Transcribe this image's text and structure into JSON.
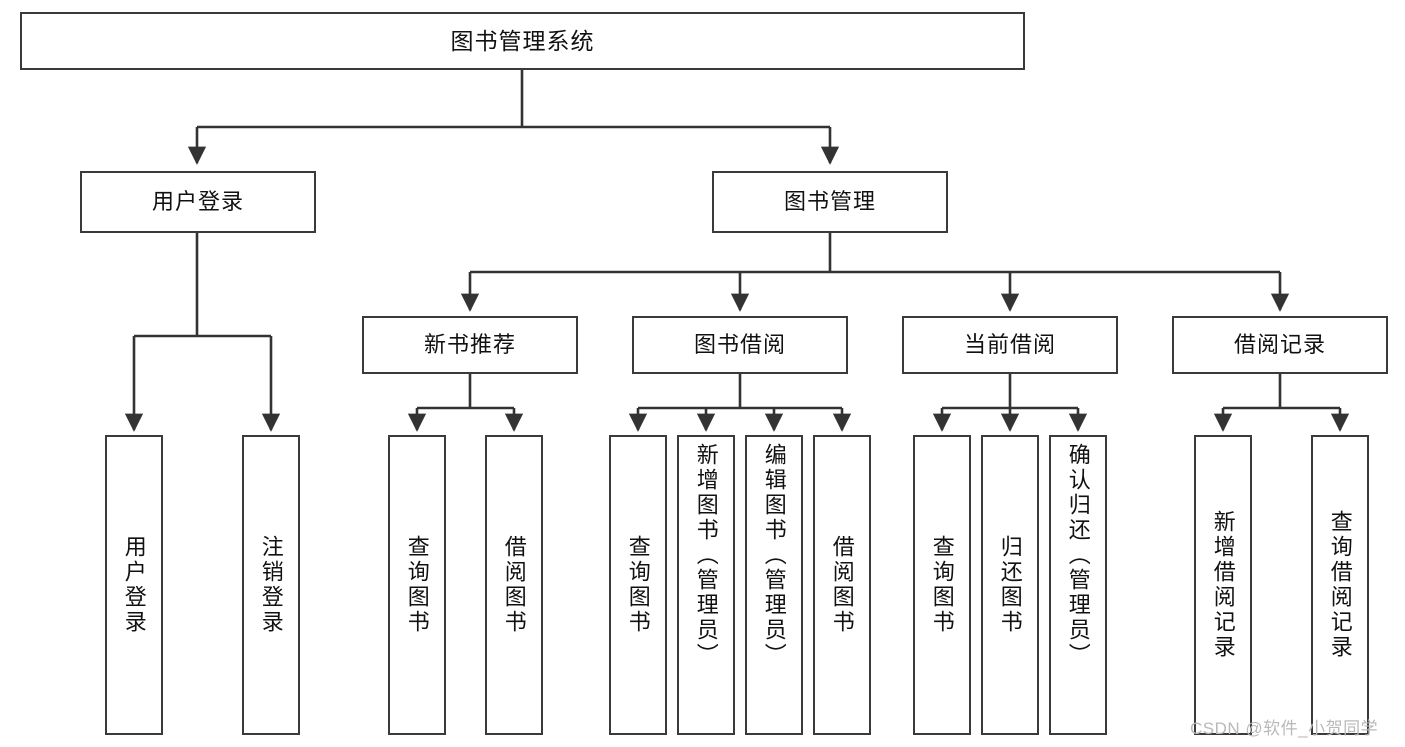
{
  "diagram": {
    "type": "tree-hierarchy",
    "title": "图书管理系统",
    "root": {
      "label": "图书管理系统"
    },
    "level2": [
      {
        "label": "用户登录"
      },
      {
        "label": "图书管理"
      }
    ],
    "level3": [
      {
        "label": "新书推荐"
      },
      {
        "label": "图书借阅"
      },
      {
        "label": "当前借阅"
      },
      {
        "label": "借阅记录"
      }
    ],
    "leaves": {
      "user_login": [
        {
          "label": "用户登录"
        },
        {
          "label": "注销登录"
        }
      ],
      "new_book_recommend": [
        {
          "label": "查询图书"
        },
        {
          "label": "借阅图书"
        }
      ],
      "book_borrow": [
        {
          "label": "查询图书"
        },
        {
          "label": "新增图书（管理员）"
        },
        {
          "label": "编辑图书（管理员）"
        },
        {
          "label": "借阅图书"
        }
      ],
      "current_borrow": [
        {
          "label": "查询图书"
        },
        {
          "label": "归还图书"
        },
        {
          "label": "确认归还（管理员）"
        }
      ],
      "borrow_record": [
        {
          "label": "新增借阅记录"
        },
        {
          "label": "查询借阅记录"
        }
      ]
    },
    "watermark": "CSDN @软件_小贺同学",
    "colors": {
      "background": "#ffffff",
      "box_border": "#3a3a3a",
      "connector": "#333333",
      "text": "#111111",
      "watermark": "#b9b9b9"
    }
  }
}
